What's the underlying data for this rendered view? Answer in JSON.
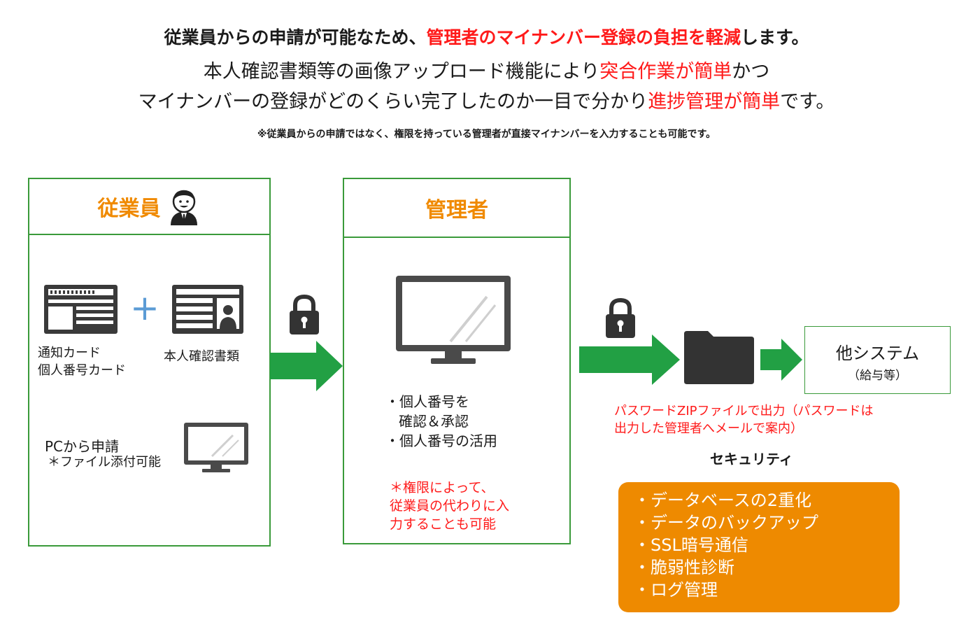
{
  "header": {
    "line1_pre": "従業員からの申請が可能なため、",
    "line1_red": "管理者のマイナンバー登録の負担を軽減",
    "line1_post": "します。",
    "line2_pre": "本人確認書類等の画像アップロード機能により",
    "line2_red": "突合作業が簡単",
    "line2_post": "かつ",
    "line3_pre": "マイナンバーの登録がどのくらい完了したのか一目で分かり",
    "line3_red": "進捗管理が簡単",
    "line3_post": "です。",
    "note": "※従業員からの申請ではなく、権限を持っている管理者が直接マイナンバーを入力することも可能です。"
  },
  "employee": {
    "title": "従業員",
    "card1_line1": "通知カード",
    "card1_line2": "個人番号カード",
    "card2": "本人確認書類",
    "pc_line1": "PCから申請",
    "pc_line2": "＊ファイル添付可能",
    "plus": "+"
  },
  "admin": {
    "title": "管理者",
    "item1_line1": "・個人番号を",
    "item1_line2": "確認＆承認",
    "item2": "・個人番号の活用",
    "note_line1": "＊権限によって、",
    "note_line2": "従業員の代わりに入",
    "note_line3": "力することも可能"
  },
  "output": {
    "system_title": "他システム",
    "system_sub": "（給与等）",
    "zip_line1": "パスワードZIPファイルで出力（パスワードは",
    "zip_line2": "出力した管理者へメールで案内）"
  },
  "security": {
    "title": "セキュリティ",
    "items": [
      "・データベースの2重化",
      "・データのバックアップ",
      "・SSL暗号通信",
      "・脆弱性診断",
      "・ログ管理"
    ]
  },
  "colors": {
    "green": "#3a9a3a",
    "arrow": "#22a044",
    "orange": "#ee8a00",
    "red": "#ff1a1a",
    "accent_orange": "#f08a00",
    "plus": "#5b9bd5"
  },
  "icons": [
    "person-icon",
    "notification-card-icon",
    "id-document-icon",
    "monitor-icon",
    "lock-icon",
    "folder-icon",
    "arrow-icon"
  ]
}
